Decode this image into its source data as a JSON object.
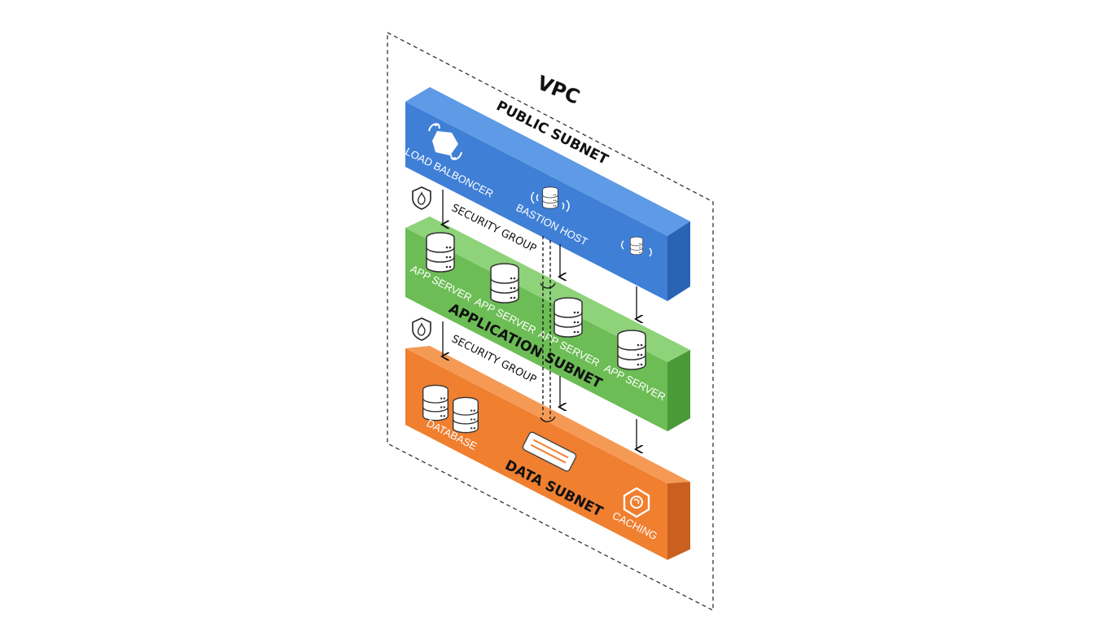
{
  "vpc": {
    "title": "VPC"
  },
  "subnets": {
    "public": {
      "title": "PUBLIC SUBNET",
      "color": "#3f7fd6",
      "nodes": {
        "load_balancer": "LOAD BALBONCER",
        "bastion_host": "BASTION HOST"
      }
    },
    "application": {
      "title": "APPLICATION SUBNET",
      "color": "#6cbd55",
      "nodes": [
        "APP SERVER",
        "APP SERVER",
        "APP SERVER",
        "APP SERVER"
      ]
    },
    "data": {
      "title": "DATA SUBNET",
      "color": "#f07f30",
      "nodes": {
        "database": "DATABASE",
        "caching": "CACHING"
      }
    }
  },
  "security_groups": [
    "SECURITY GROUP",
    "SECURITY GROUP"
  ],
  "icons": {
    "load_balancer": "load-balancer-icon",
    "bastion": "server-wireless-icon",
    "server": "server-stack-icon",
    "shield": "shield-flame-icon",
    "caching": "cache-hexagon-icon",
    "message_queue": "queue-icon"
  }
}
